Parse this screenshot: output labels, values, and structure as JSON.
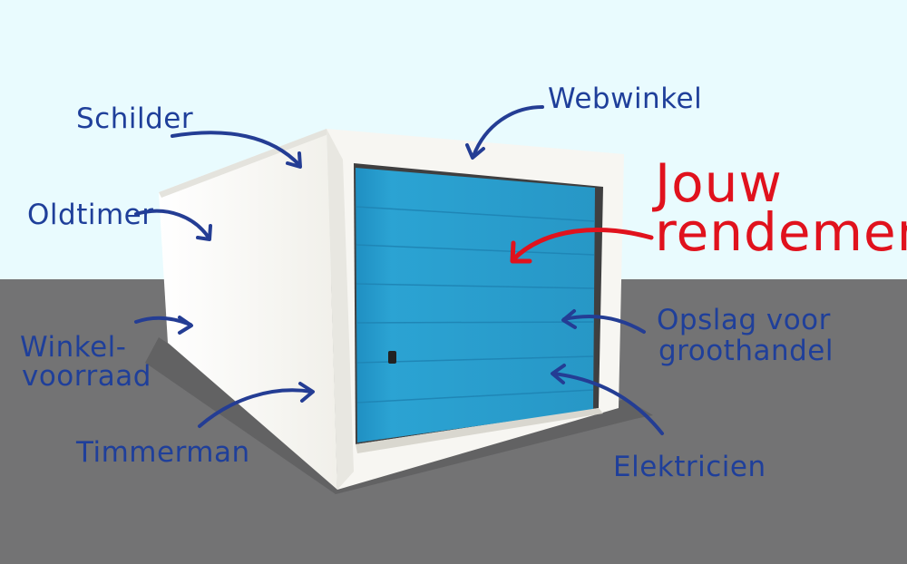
{
  "labels": {
    "schilder": "Schilder",
    "webwinkel": "Webwinkel",
    "oldtimer": "Oldtimer",
    "winkelvoorraad_1": "Winkel-",
    "winkelvoorraad_2": "voorraad",
    "timmerman": "Timmerman",
    "opslag_1": "Opslag voor",
    "opslag_2": "groothandel",
    "elektricien": "Elektricien",
    "hero_1": "Jouw",
    "hero_2": "rendement"
  },
  "colors": {
    "sky": "#e9fbfe",
    "ground": "#737374",
    "wall": "#f5f4ef",
    "door": "#2aa0cf",
    "label_blue": "#1f3f9a",
    "hero_red": "#e0121d"
  }
}
